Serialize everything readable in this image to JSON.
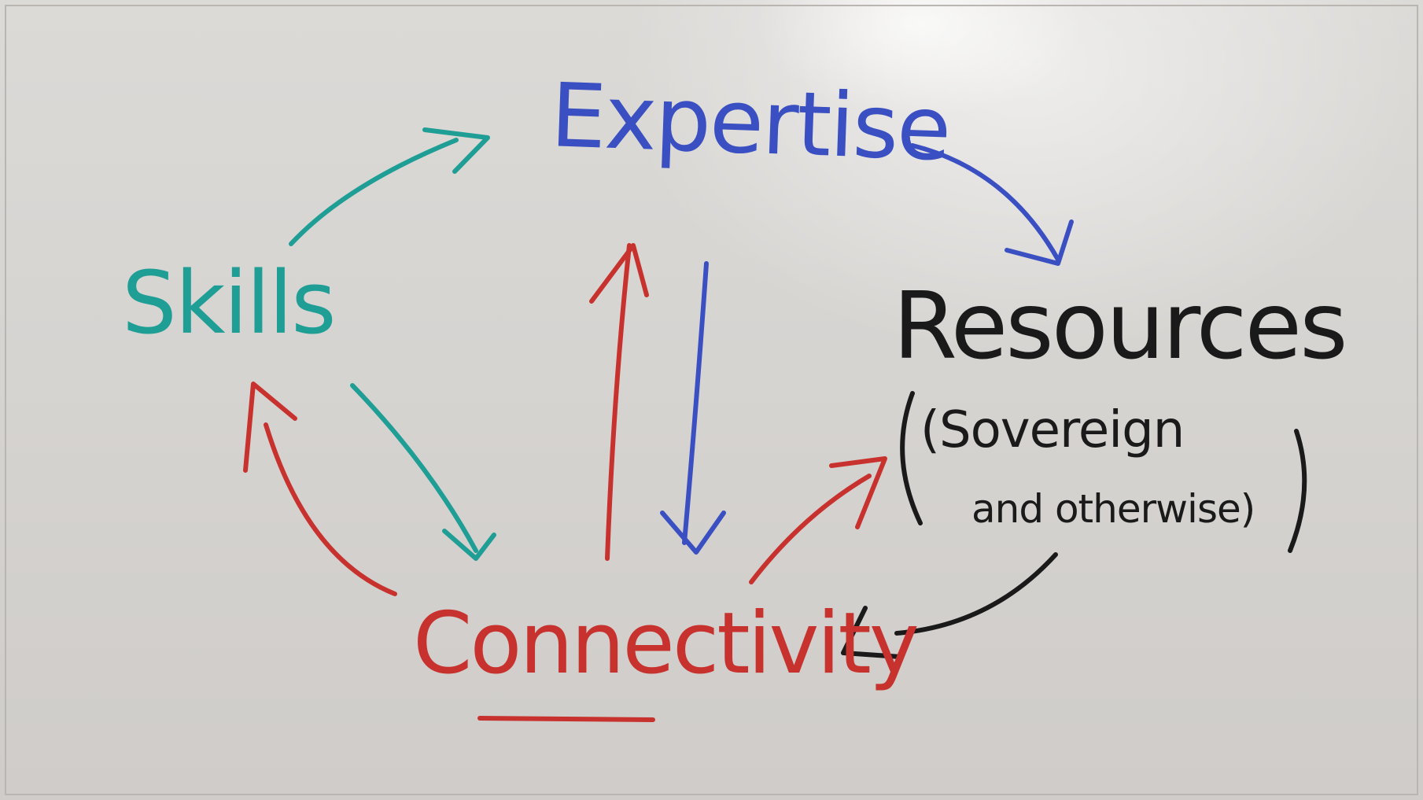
{
  "nodes": {
    "expertise": {
      "label": "Expertise",
      "color": "#3a4fc2"
    },
    "skills": {
      "label": "Skills",
      "color": "#1f9e96"
    },
    "resources": {
      "label": "Resources",
      "color": "#1a1a1a"
    },
    "resources_sub1": {
      "label": "(Sovereign"
    },
    "resources_sub2": {
      "label": "and otherwise)"
    },
    "connectivity": {
      "label": "Connectivity",
      "color": "#c8322e"
    }
  },
  "edges": [
    {
      "from": "Skills",
      "to": "Expertise",
      "color": "#1f9e96"
    },
    {
      "from": "Expertise",
      "to": "Resources",
      "color": "#3a4fc2"
    },
    {
      "from": "Resources",
      "to": "Connectivity",
      "color": "#1a1a1a"
    },
    {
      "from": "Skills",
      "to": "Connectivity",
      "color": "#1f9e96"
    },
    {
      "from": "Connectivity",
      "to": "Skills",
      "color": "#c8322e"
    },
    {
      "from": "Connectivity",
      "to": "Expertise",
      "color": "#c8322e"
    },
    {
      "from": "Expertise",
      "to": "Connectivity",
      "color": "#3a4fc2"
    },
    {
      "from": "Connectivity",
      "to": "Resources",
      "color": "#c8322e"
    }
  ]
}
